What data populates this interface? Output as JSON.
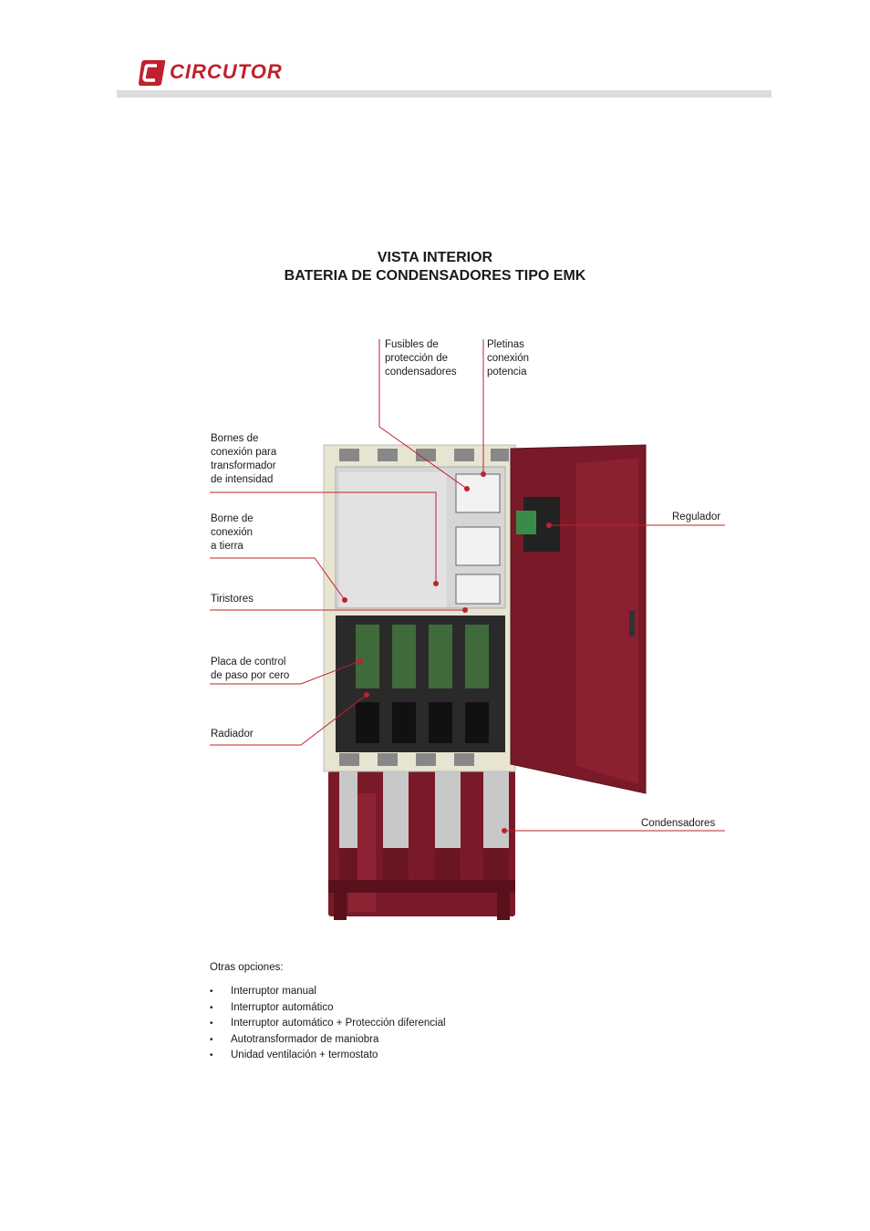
{
  "header": {
    "brand": "CIRCUTOR"
  },
  "figure": {
    "title_line1": "VISTA INTERIOR",
    "title_line2": "BATERIA DE CONDENSADORES TIPO EMK",
    "labels": {
      "fusibles": "Fusibles de\nprotección de\ncondensadores",
      "pletinas": "Pletinas\nconexión\npotencia",
      "bornes_ti": "Bornes de\nconexión  para\ntransformador\nde intensidad",
      "borne_tierra": "Borne de\nconexión\na tierra",
      "tiristores": "Tiristores",
      "placa": "Placa de control\nde paso por cero",
      "radiador": "Radiador",
      "regulador": "Regulador",
      "condensadores": "Condensadores"
    }
  },
  "options": {
    "title": "Otras opciones:",
    "items": [
      "Interruptor manual",
      "Interruptor automático",
      "Interruptor automático  + Protección diferencial",
      "Autotransformador de maniobra",
      "Unidad ventilación + termostato"
    ]
  },
  "colors": {
    "brand_red": "#c0202e",
    "cabinet_maroon": "#7a1a28",
    "cabinet_beige": "#e8e4d2"
  }
}
